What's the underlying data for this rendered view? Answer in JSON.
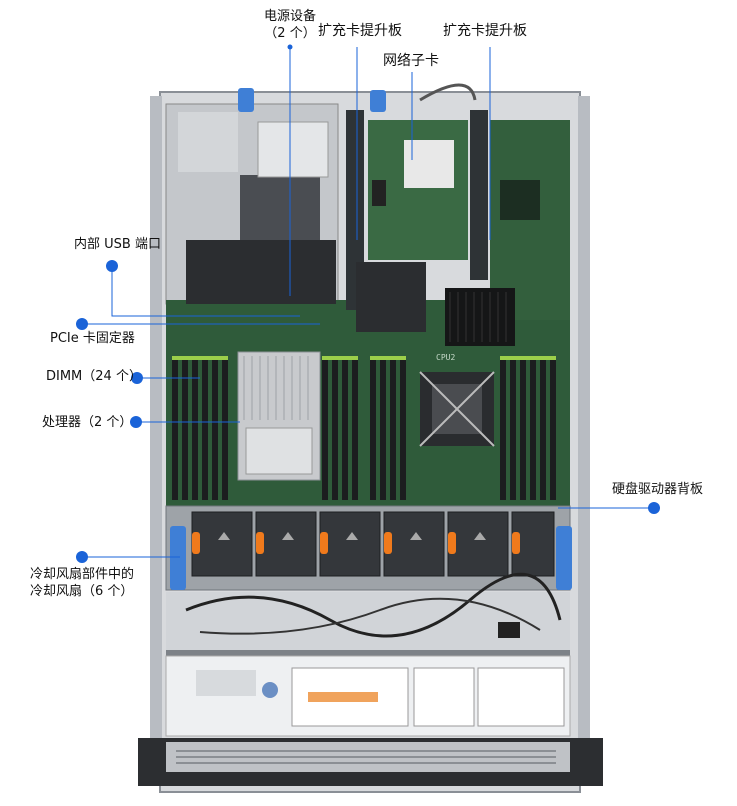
{
  "labels": {
    "power_supply_line1": "电源设备",
    "power_supply_line2": "（2 个）",
    "riser_left": "扩充卡提升板",
    "network_daughter_card": "网络子卡",
    "riser_right": "扩充卡提升板",
    "internal_usb": "内部 USB 端口",
    "pcie_holder": "PCIe 卡固定器",
    "dimm": "DIMM（24 个）",
    "processor": "处理器（2 个）",
    "backplane": "硬盘驱动器背板",
    "fans_line1": "冷却风扇部件中的",
    "fans_line2": "冷却风扇（6 个）",
    "cpu_silk": "CPU2"
  },
  "colors": {
    "callout_dot": "#1a63d8",
    "callout_line": "#1a63d8",
    "board_green": "#2f5b3a",
    "fan_orange": "#f07a1c",
    "touch_point_blue": "#3f7fd6",
    "chassis_gray": "#c9ccd0"
  }
}
